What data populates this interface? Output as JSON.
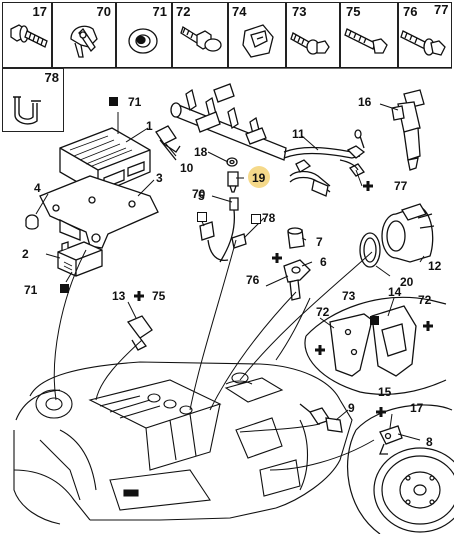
{
  "header_parts": [
    "17",
    "70",
    "71",
    "72",
    "74",
    "73",
    "75",
    "76",
    "77"
  ],
  "header_extra": "78",
  "callouts": {
    "c1": "1",
    "c2": "2",
    "c3": "3",
    "c4": "4",
    "c5": "5",
    "c6": "6",
    "c7": "7",
    "c8": "8",
    "c9": "9",
    "c10": "10",
    "c11": "11",
    "c12": "12",
    "c13": "13",
    "c14": "14",
    "c15": "15",
    "c16": "16",
    "c17": "17",
    "c18": "18",
    "c19": "19",
    "c20": "20",
    "c70": "70",
    "c71a": "71",
    "c71b": "71",
    "c72a": "72",
    "c72b": "72",
    "c73": "73",
    "c75": "75",
    "c76": "76",
    "c77": "77",
    "c78": "78"
  },
  "highlight_color": "#f5d98a",
  "line_color": "#111111"
}
